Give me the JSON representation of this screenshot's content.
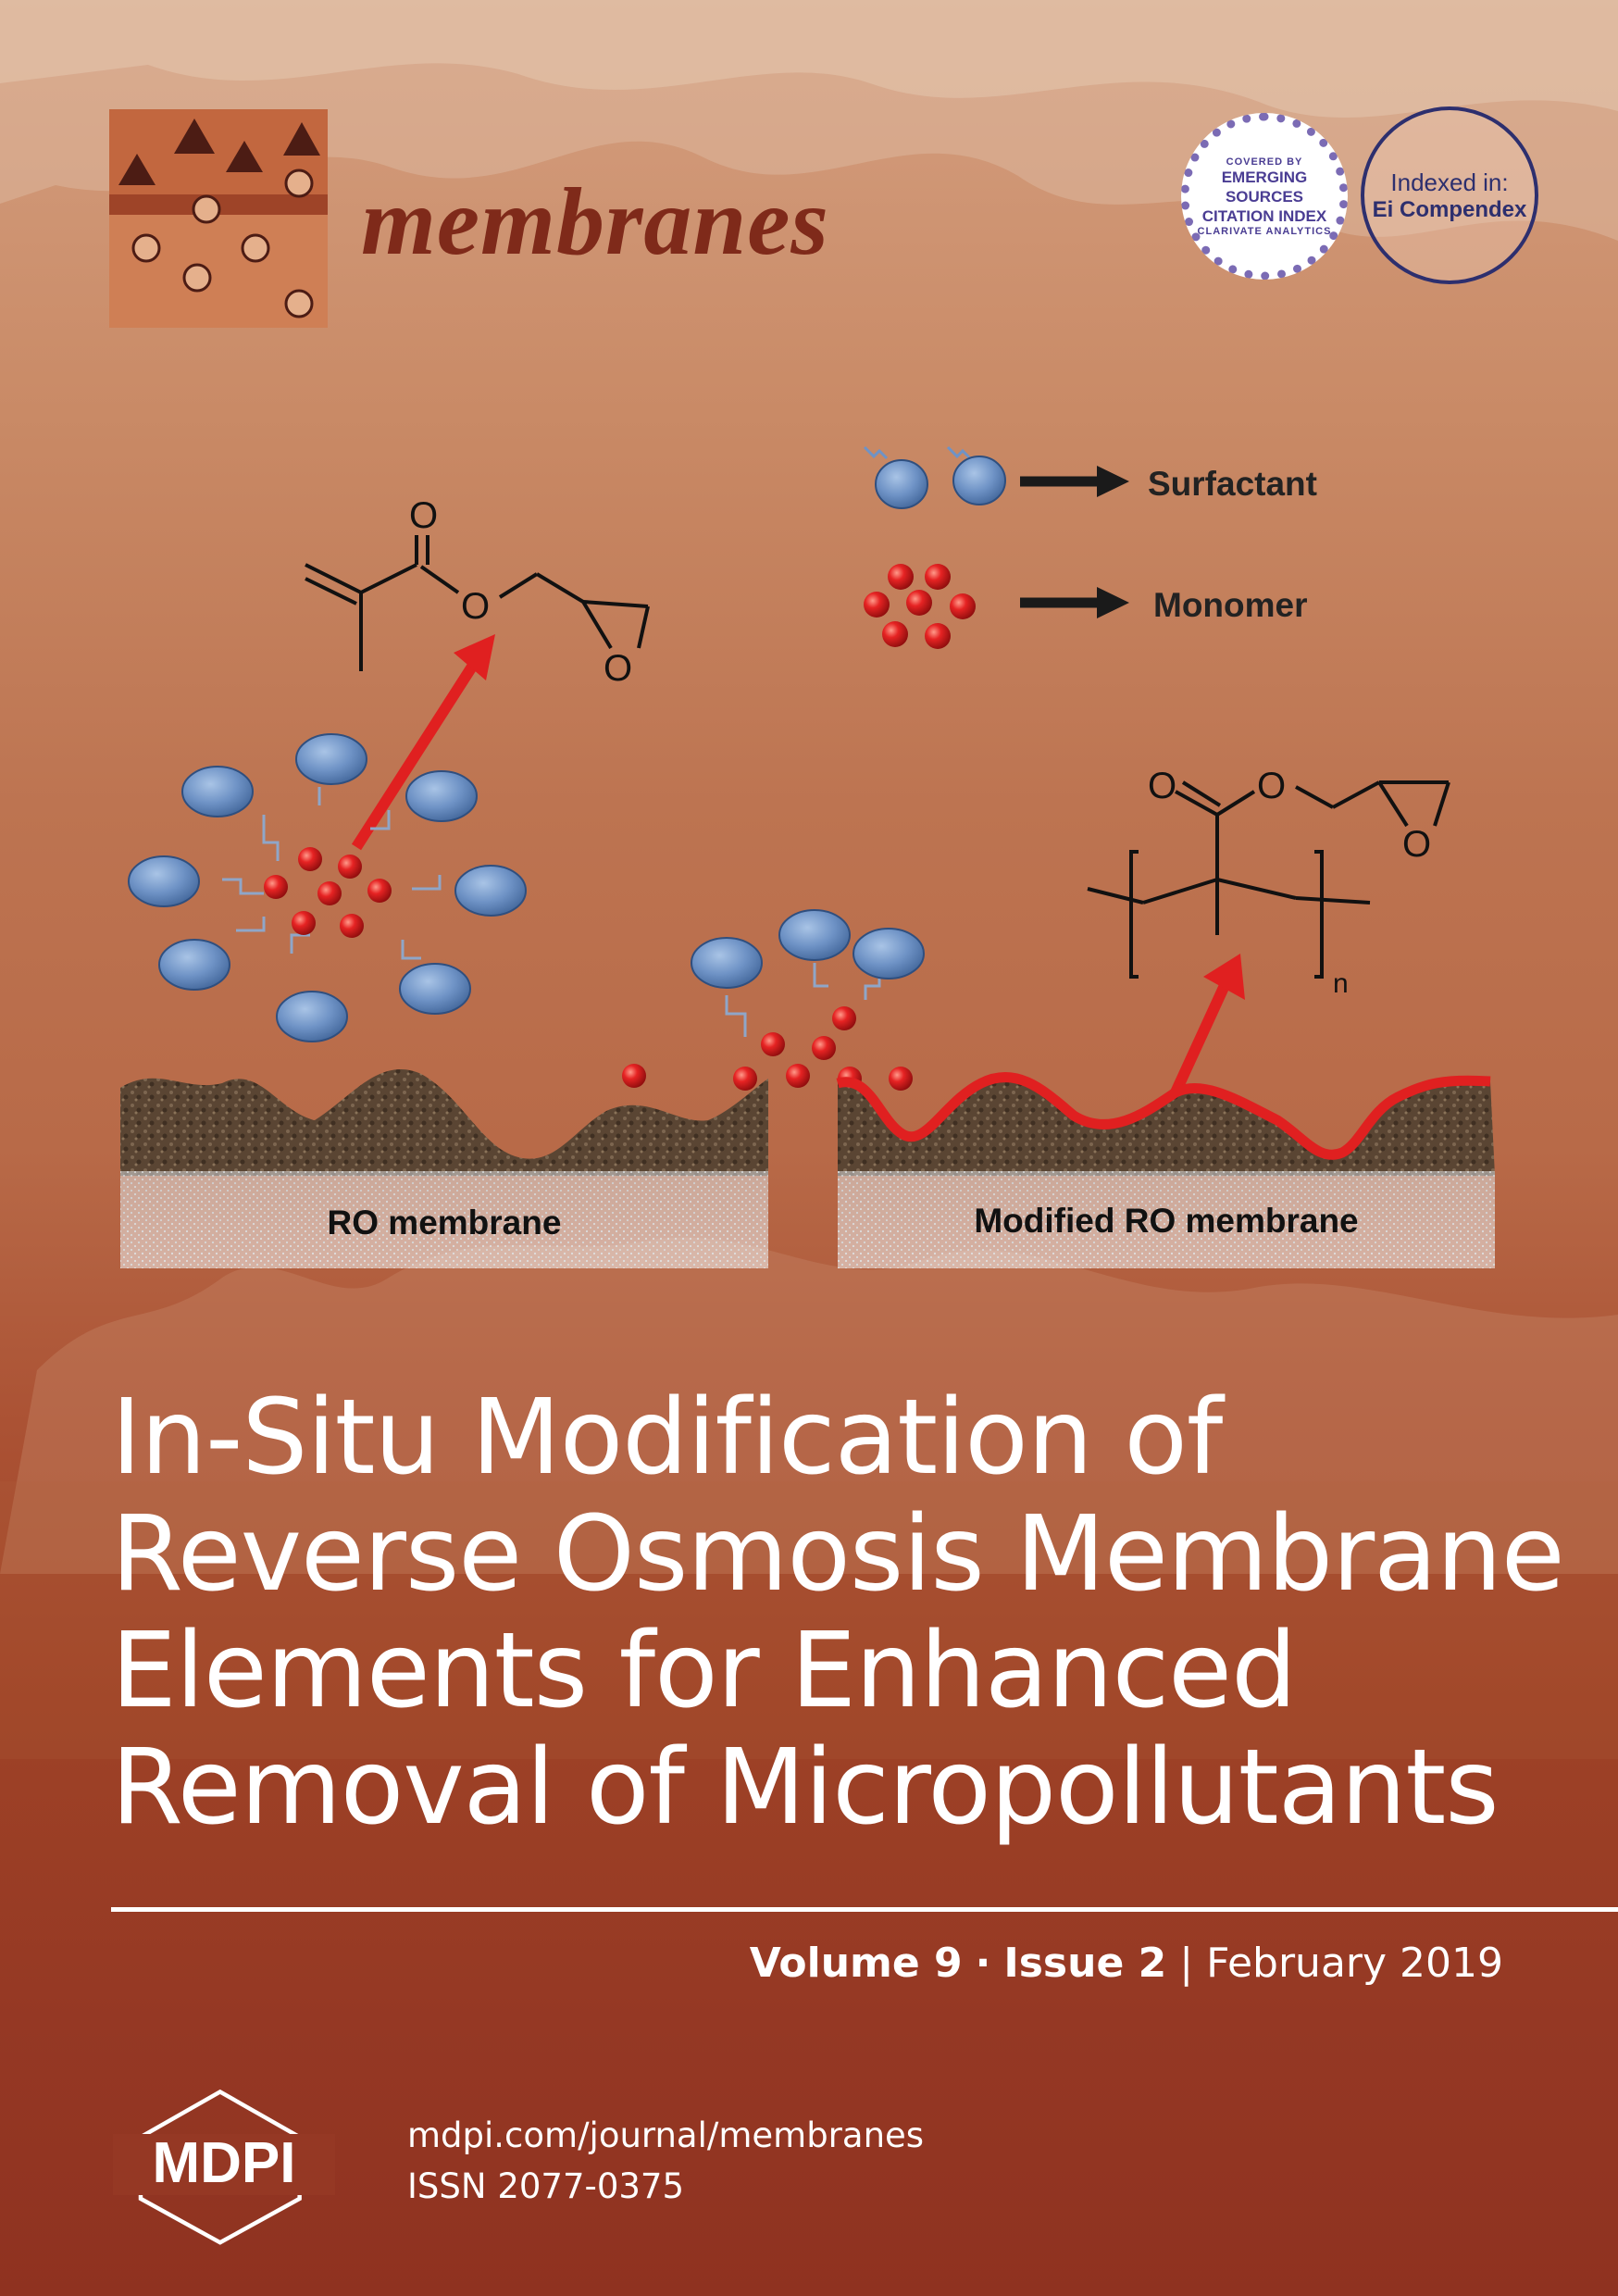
{
  "journal": {
    "name": "membranes"
  },
  "badges": {
    "esci": {
      "top": "COVERED BY",
      "line1": "EMERGING",
      "line2": "SOURCES",
      "line3": "CITATION INDEX",
      "bottom": "CLARIVATE ANALYTICS"
    },
    "ei": {
      "line1": "Indexed in:",
      "line2": "Ei Compendex"
    }
  },
  "figure": {
    "legend": [
      {
        "label": "Surfactant"
      },
      {
        "label": "Monomer"
      }
    ],
    "membranes": {
      "left_label": "RO membrane",
      "right_label": "Modified RO membrane"
    },
    "chem_labels": {
      "o": "O",
      "n": "n"
    }
  },
  "headline": [
    "In-Situ Modification of",
    "Reverse Osmosis Membrane",
    "Elements for Enhanced",
    "Removal of Micropollutants"
  ],
  "issue": {
    "volume": "Volume 9",
    "separator": "·",
    "issue": "Issue 2",
    "divider": "|",
    "date": "February 2019"
  },
  "publisher": {
    "name": "MDPI",
    "url": "mdpi.com/journal/membranes",
    "issn": "ISSN 2077-0375"
  },
  "colors": {
    "monomer": "#e02020",
    "surfactant": "#6f93c6",
    "title": "#7f2a1a",
    "background_bottom": "#8f3220"
  }
}
